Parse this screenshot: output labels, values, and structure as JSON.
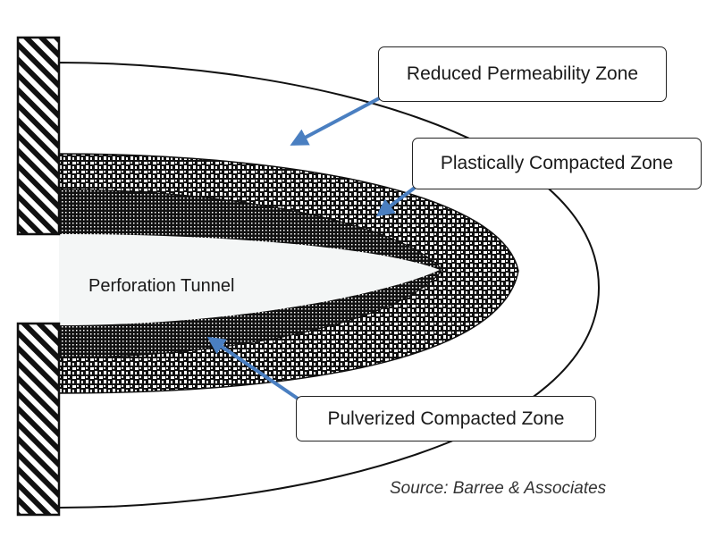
{
  "labels": {
    "reduced_permeability_zone": "Reduced Permeability Zone",
    "plastically_compacted_zone": "Plastically Compacted Zone",
    "pulverized_compacted_zone": "Pulverized Compacted Zone",
    "perforation_tunnel": "Perforation Tunnel",
    "source": "Source: Barree & Associates"
  },
  "colors": {
    "outline": "#111111",
    "arrow": "#4a7fc1",
    "tunnel_fill": "#f4f6f6",
    "hatch_fill": "#ffffff",
    "texture_dark": "#111111"
  }
}
